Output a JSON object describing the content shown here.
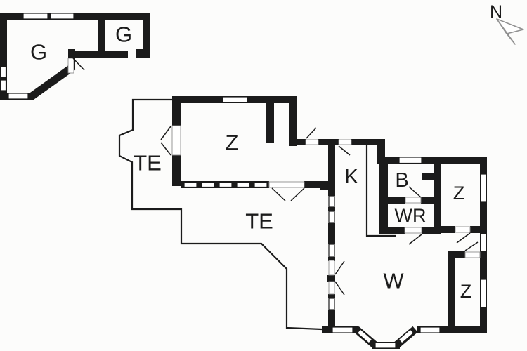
{
  "floor_plan": {
    "rooms": [
      {
        "id": "garage-main",
        "label": "G"
      },
      {
        "id": "garage-second",
        "label": "G"
      },
      {
        "id": "bedroom-north",
        "label": "Z"
      },
      {
        "id": "terrace-upper",
        "label": "TE"
      },
      {
        "id": "terrace-lower",
        "label": "TE"
      },
      {
        "id": "kitchen",
        "label": "K"
      },
      {
        "id": "bathroom",
        "label": "B"
      },
      {
        "id": "utility-room",
        "label": "WR"
      },
      {
        "id": "bedroom-east",
        "label": "Z"
      },
      {
        "id": "living-room",
        "label": "W"
      },
      {
        "id": "bedroom-southeast",
        "label": "Z"
      }
    ],
    "compass": {
      "label": "N"
    },
    "colors": {
      "wall": "#1b1b1b",
      "background": "#fcfcfb",
      "window_fill": "#ffffff",
      "compass_gray": "#909090"
    }
  }
}
